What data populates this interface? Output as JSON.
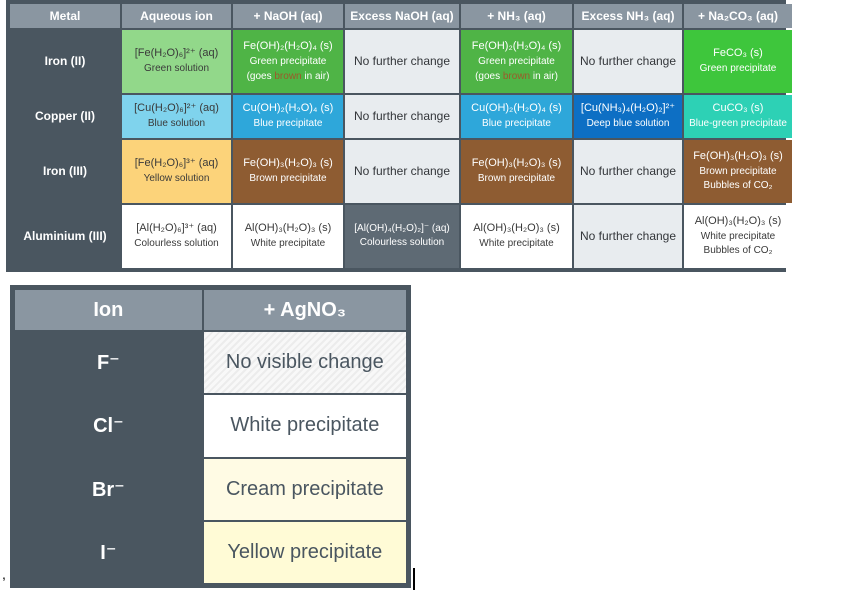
{
  "metal_table": {
    "headers": [
      "Metal",
      "Aqueous ion",
      "+ NaOH (aq)",
      "Excess NaOH (aq)",
      "+ NH₃ (aq)",
      "Excess NH₃ (aq)",
      "+ Na₂CO₃ (aq)"
    ],
    "rows": [
      {
        "metal": "Iron (II)",
        "aqueous_formula": "[Fe(H₂O)₆]²⁺ (aq)",
        "aqueous_desc": "Green solution",
        "naoh_formula": "Fe(OH)₂(H₂O)₄ (s)",
        "naoh_desc": "Green precipitate",
        "naoh_note_pre": "(goes ",
        "naoh_note_color": "brown",
        "naoh_note_post": " in air)",
        "excess_naoh": "No further change",
        "nh3_formula": "Fe(OH)₂(H₂O)₄ (s)",
        "nh3_desc": "Green precipitate",
        "nh3_note_pre": "(goes ",
        "nh3_note_color": "brown",
        "nh3_note_post": " in air)",
        "excess_nh3": "No further change",
        "na2co3_formula": "FeCO₃ (s)",
        "na2co3_desc": "Green precipitate"
      },
      {
        "metal": "Copper (II)",
        "aqueous_formula": "[Cu(H₂O)₆]²⁺ (aq)",
        "aqueous_desc": "Blue solution",
        "naoh_formula": "Cu(OH)₂(H₂O)₄ (s)",
        "naoh_desc": "Blue precipitate",
        "excess_naoh": "No further change",
        "nh3_formula": "Cu(OH)₂(H₂O)₄ (s)",
        "nh3_desc": "Blue precipitate",
        "excess_nh3_formula": "[Cu(NH₃)₄(H₂O)₂]²⁺",
        "excess_nh3_desc": "Deep blue solution",
        "na2co3_formula": "CuCO₃ (s)",
        "na2co3_desc": "Blue-green precipitate"
      },
      {
        "metal": "Iron (III)",
        "aqueous_formula": "[Fe(H₂O)₆]³⁺ (aq)",
        "aqueous_desc": "Yellow solution",
        "naoh_formula": "Fe(OH)₃(H₂O)₃ (s)",
        "naoh_desc": "Brown precipitate",
        "excess_naoh": "No further change",
        "nh3_formula": "Fe(OH)₃(H₂O)₃ (s)",
        "nh3_desc": "Brown precipitate",
        "excess_nh3": "No further change",
        "na2co3_formula": "Fe(OH)₃(H₂O)₃ (s)",
        "na2co3_desc": "Brown precipitate",
        "na2co3_note": "Bubbles of CO₂"
      },
      {
        "metal": "Aluminium (III)",
        "aqueous_formula": "[Al(H₂O)₆]³⁺ (aq)",
        "aqueous_desc": "Colourless solution",
        "naoh_formula": "Al(OH)₃(H₂O)₃ (s)",
        "naoh_desc": "White precipitate",
        "excess_naoh_formula": "[Al(OH)₄(H₂O)₂]⁻ (aq)",
        "excess_naoh_desc": "Colourless solution",
        "nh3_formula": "Al(OH)₃(H₂O)₃ (s)",
        "nh3_desc": "White precipitate",
        "excess_nh3": "No further change",
        "na2co3_formula": "Al(OH)₃(H₂O)₃ (s)",
        "na2co3_desc": "White precipitate",
        "na2co3_note": "Bubbles of CO₂"
      }
    ]
  },
  "agno3_table": {
    "headers": [
      "Ion",
      "+ AgNO₃"
    ],
    "rows": [
      {
        "ion": "F⁻",
        "result": "No visible change"
      },
      {
        "ion": "Cl⁻",
        "result": "White precipitate"
      },
      {
        "ion": "Br⁻",
        "result": "Cream precipitate"
      },
      {
        "ion": "I⁻",
        "result": "Yellow precipitate"
      }
    ]
  },
  "stray_text": ","
}
